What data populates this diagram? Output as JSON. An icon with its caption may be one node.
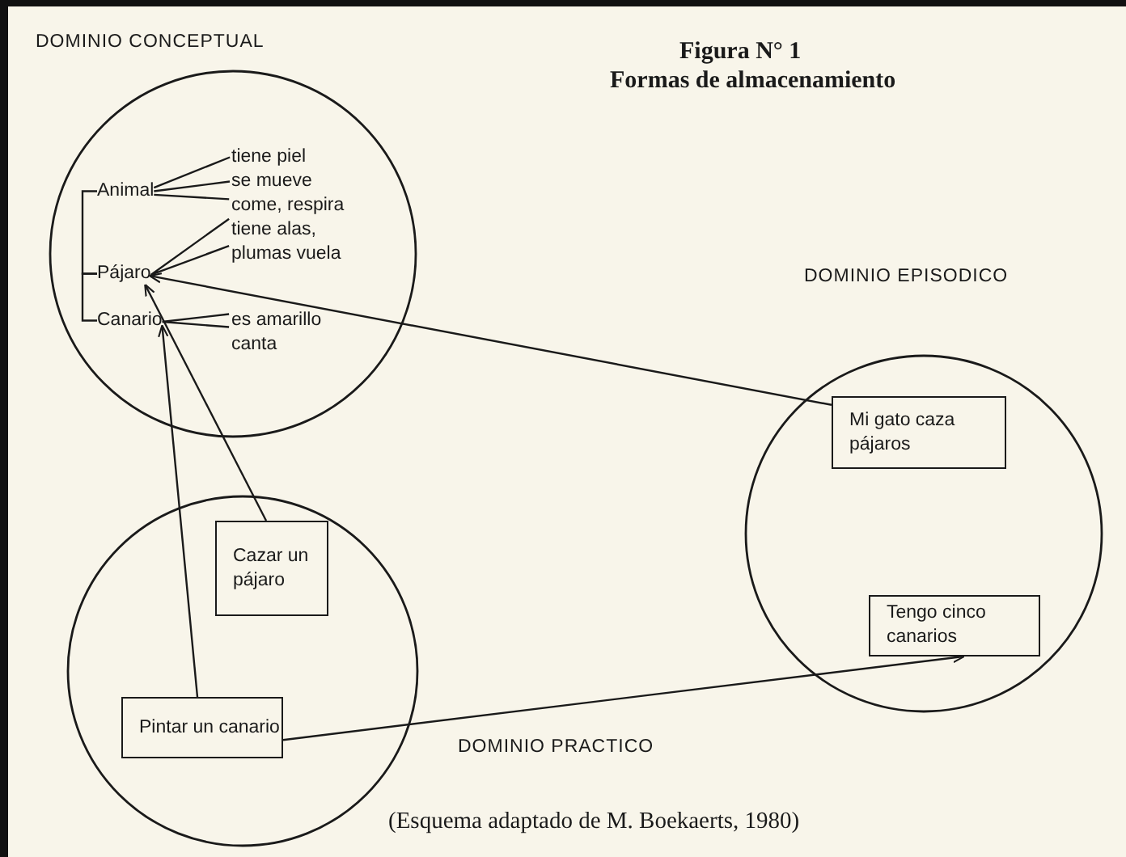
{
  "diagram": {
    "title": "Figura N° 1",
    "caption": "(Esquema adaptado de M. Boekaerts, 1980)",
    "nodes": [
      {
        "text": [
          "DOMINIO CONCEPTUAL"
        ]
      },
      {
        "text": [
          "Animal"
        ],
        "in": 0
      },
      {
        "text": [
          "tiene piel"
        ],
        "in": 0
      },
      {
        "text": [
          "se mueve"
        ],
        "in": 0
      },
      {
        "text": [
          "come, respira"
        ],
        "in": 0
      },
      {
        "text": [
          "Pájaro"
        ],
        "in": 0
      },
      {
        "text": [
          "tiene alas, plumas vuela"
        ],
        "in": 0
      },
      {
        "text": [
          "Canario"
        ],
        "in": 0
      },
      {
        "text": [
          "es amarillo canta"
        ],
        "in": 0
      },
      {
        "text": [
          "DOMINIO EPISODICO"
        ]
      },
      {
        "text": [
          "Mi gato caza pájaros"
        ],
        "in": 9
      },
      {
        "text": [
          "Tengo cinco canarios"
        ],
        "in": 9
      },
      {
        "text": [
          "DOMINIO PRACTICO"
        ]
      },
      {
        "text": [
          "Cazar un pájaro"
        ],
        "in": 12
      },
      {
        "text": [
          "Pintar un canario"
        ],
        "in": 12
      }
    ],
    "edges": [
      {
        "from": 10,
        "to": 5,
        "arrow": "to"
      },
      {
        "from": 13,
        "to": 5,
        "arrow": "to"
      },
      {
        "from": 14,
        "to": 7,
        "arrow": "to"
      },
      {
        "from": 14,
        "to": 11,
        "arrow": "to"
      },
      {
        "from": 1,
        "to": 2,
        "arrow": "none"
      },
      {
        "from": 1,
        "to": 3,
        "arrow": "none"
      },
      {
        "from": 1,
        "to": 4,
        "arrow": "none"
      },
      {
        "from": 5,
        "to": 6,
        "arrow": "none"
      },
      {
        "from": 7,
        "to": 8,
        "arrow": "none"
      },
      {
        "from": 1,
        "to": 5,
        "arrow": "none"
      },
      {
        "from": 5,
        "to": 7,
        "arrow": "none"
      }
    ],
    "labels": [
      "Formas de almacenamiento"
    ]
  }
}
